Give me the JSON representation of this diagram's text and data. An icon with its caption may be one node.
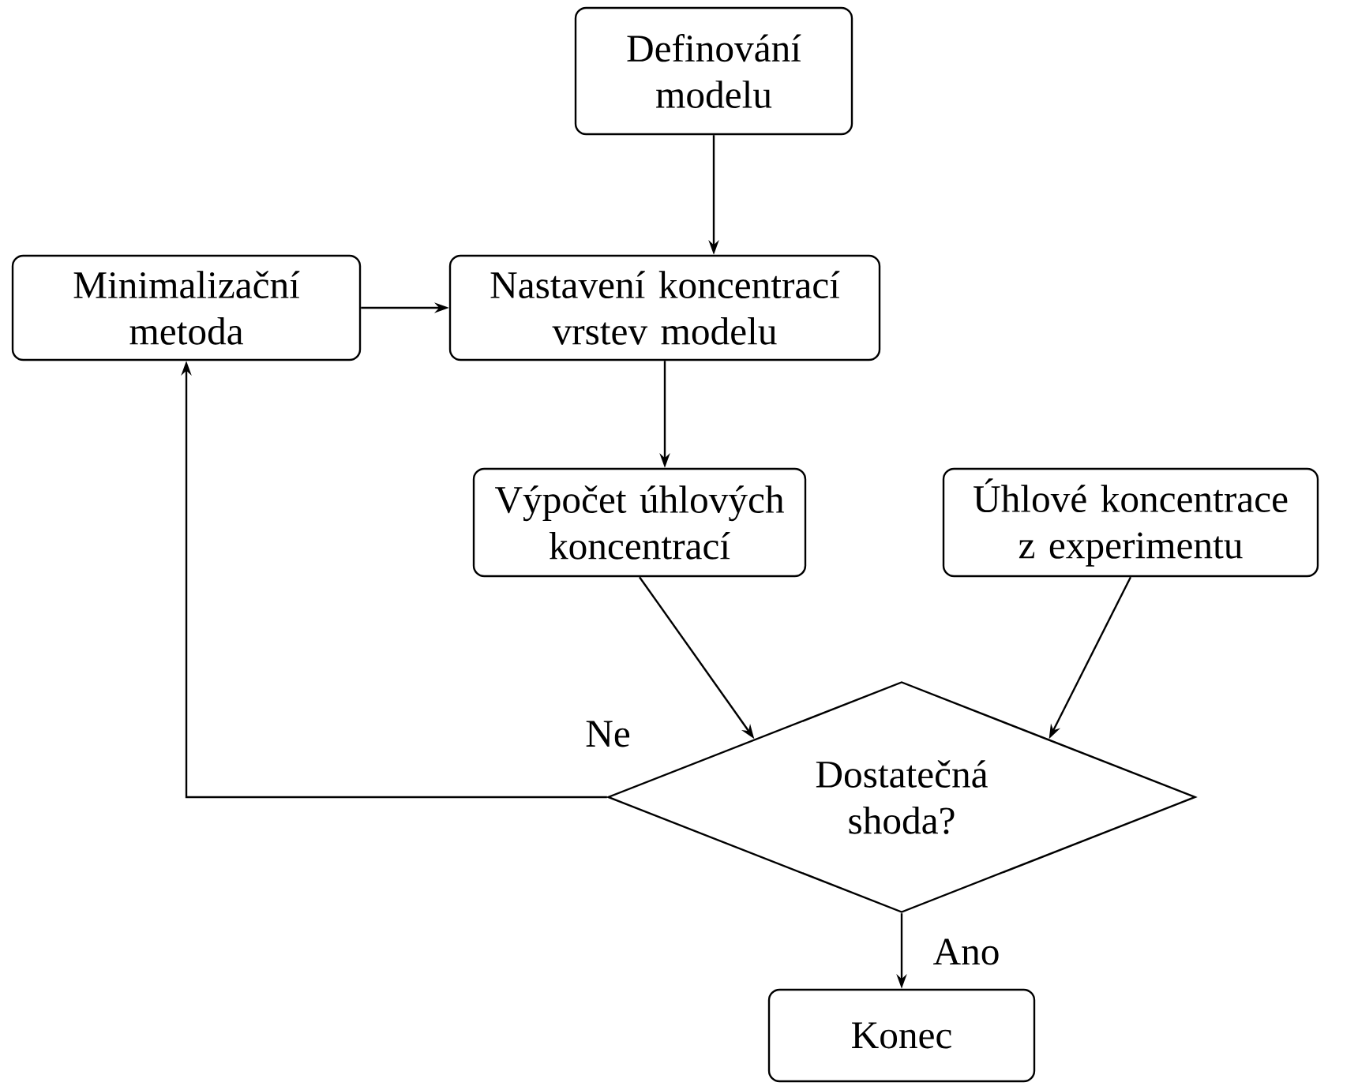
{
  "diagram": {
    "nodes": [
      {
        "text": [
          "Definování modelu"
        ]
      },
      {
        "text": [
          "Minimalizační metoda"
        ]
      },
      {
        "text": [
          "Nastavení koncentrací vrstev modelu"
        ]
      },
      {
        "text": [
          "Výpočet úhlových koncentrací"
        ]
      },
      {
        "text": [
          "Úhlové koncentrace z experimentu"
        ]
      },
      {
        "text": [
          "Dostatečná shoda?"
        ]
      },
      {
        "text": [
          "Konec"
        ]
      }
    ],
    "edges": [
      {
        "from": 0,
        "to": 2,
        "arrow": "to"
      },
      {
        "from": 1,
        "to": 2,
        "arrow": "to"
      },
      {
        "from": 2,
        "to": 3,
        "arrow": "to"
      },
      {
        "from": 3,
        "to": 5,
        "arrow": "to"
      },
      {
        "from": 4,
        "to": 5,
        "arrow": "to"
      },
      {
        "from": 5,
        "to": 1,
        "arrow": "to",
        "label": "Ne"
      },
      {
        "from": 5,
        "to": 6,
        "arrow": "to",
        "label": "Ano"
      }
    ]
  }
}
